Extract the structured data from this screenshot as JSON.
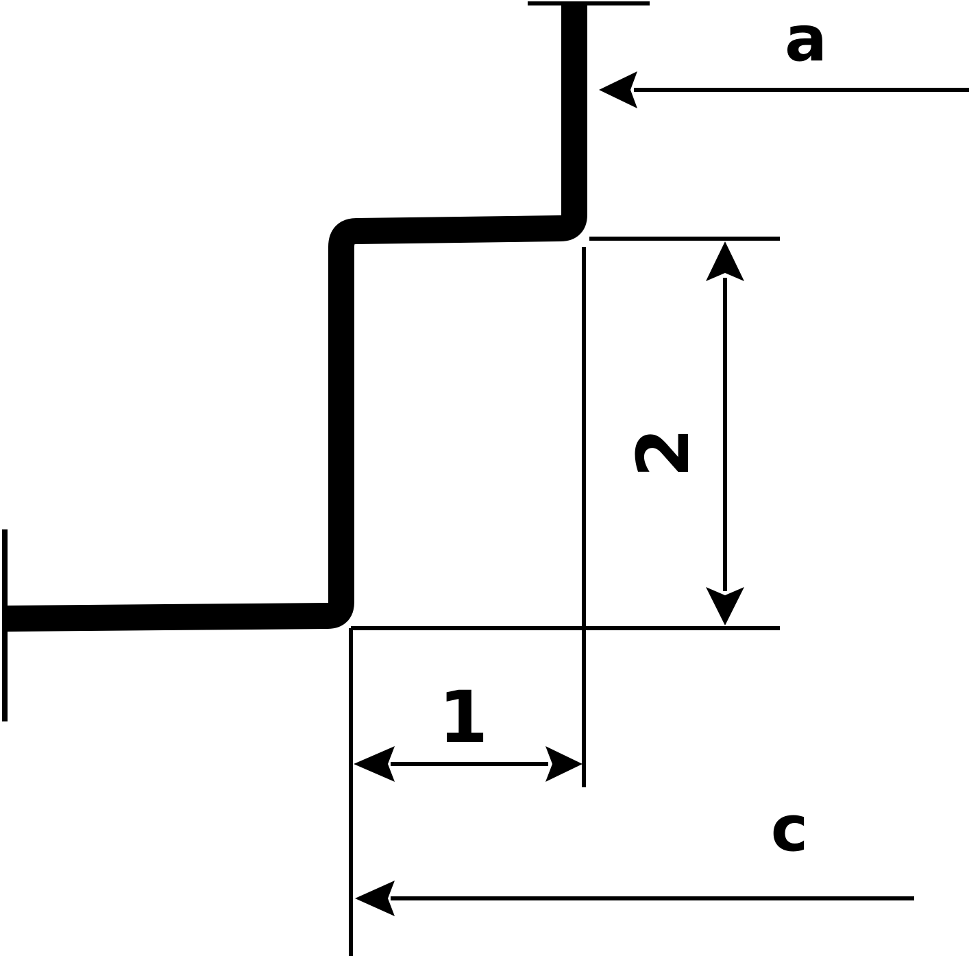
{
  "labels": {
    "top": "a",
    "bottom": "c",
    "height": "2",
    "width": "1"
  },
  "colors": {
    "stroke": "#000000",
    "background": "#ffffff"
  }
}
